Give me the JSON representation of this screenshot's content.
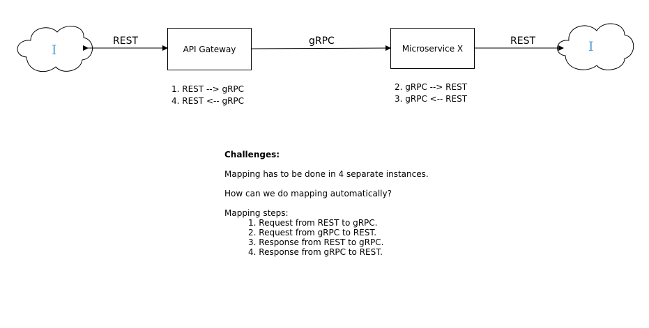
{
  "diagram": {
    "nodes": {
      "gateway": "API Gateway",
      "microservice": "Microservice X"
    },
    "edges": {
      "left_rest": "REST",
      "middle_grpc": "gRPC",
      "right_rest": "REST"
    },
    "gateway_notes": [
      "1. REST --> gRPC",
      "4. REST <-- gRPC"
    ],
    "microservice_notes": [
      "2. gRPC --> REST",
      "3. gRPC <-- REST"
    ],
    "cloud_glyph": "I"
  },
  "challenges": {
    "title": "Challenges:",
    "line1": "Mapping has to be done in 4 separate instances.",
    "line2": "How can we do mapping automatically?",
    "steps_title": "Mapping steps:",
    "steps": [
      "1. Request from REST to gRPC.",
      "2. Request from gRPC to REST.",
      "3. Response from REST to gRPC.",
      "4. Response from gRPC to REST."
    ]
  }
}
